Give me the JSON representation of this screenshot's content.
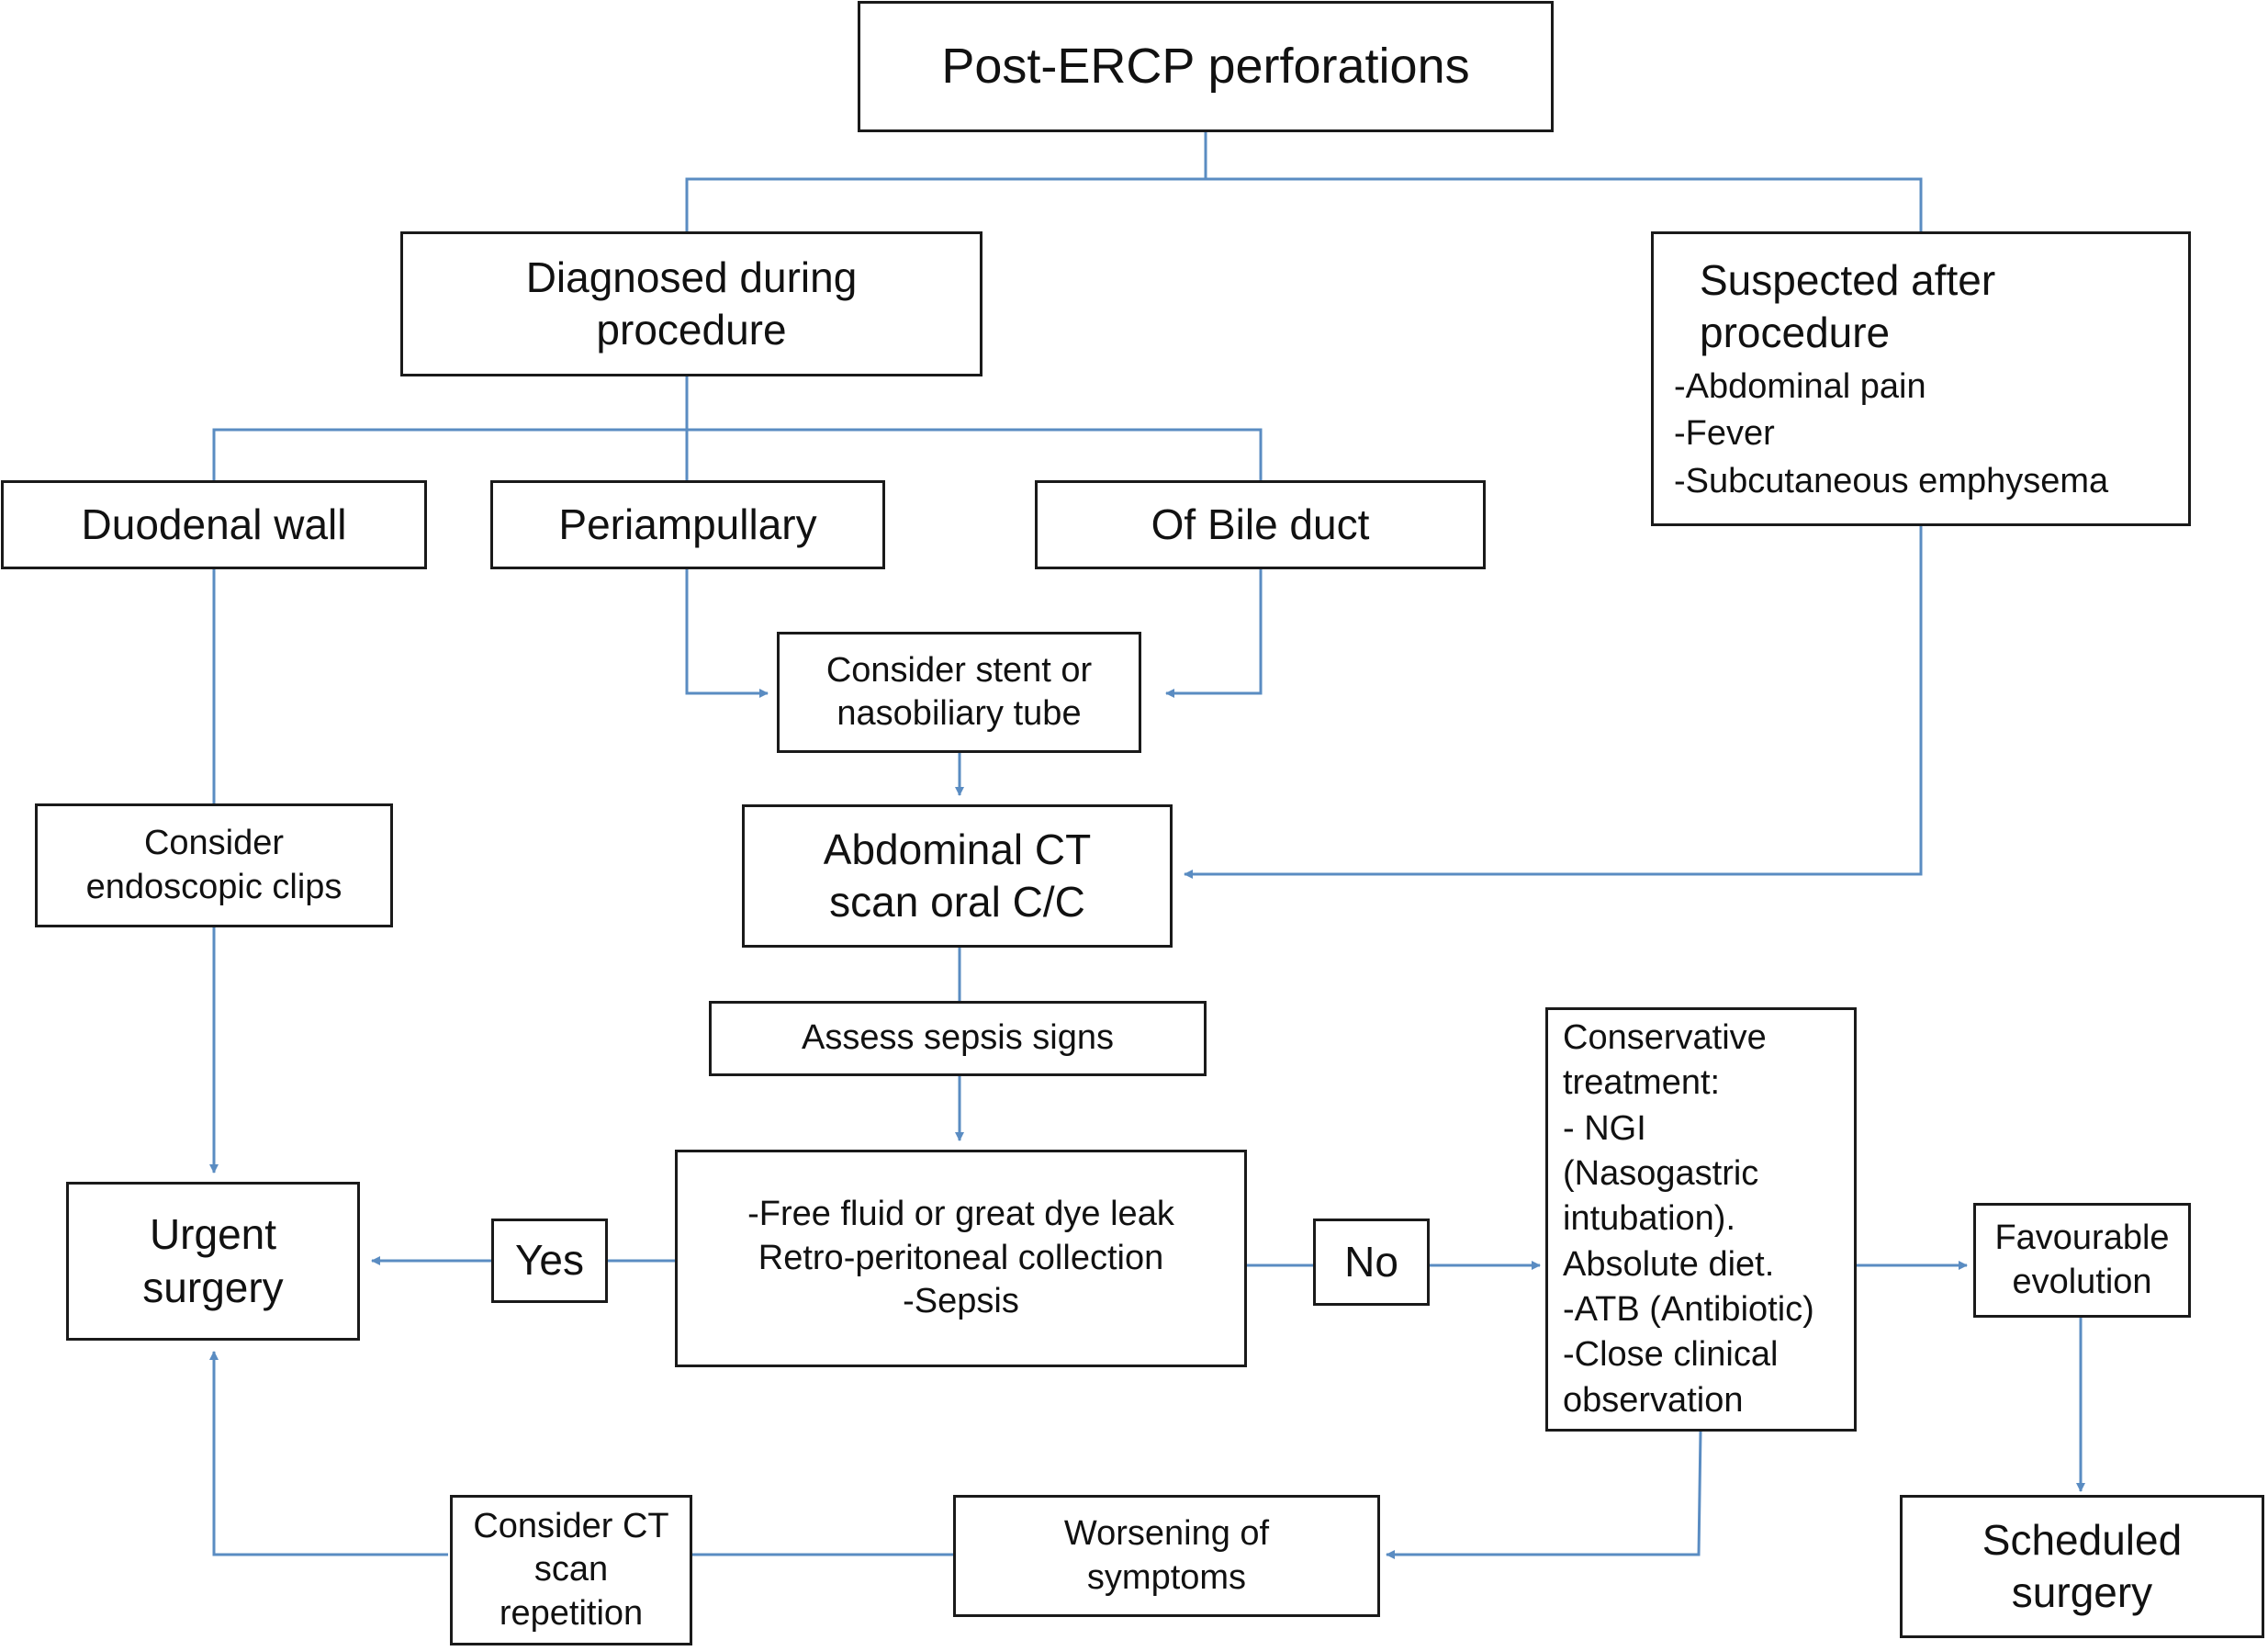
{
  "title": [
    "Post-ERCP perforations"
  ],
  "diagnosed": [
    "Diagnosed during",
    "procedure"
  ],
  "suspected": {
    "heading": [
      "Suspected after",
      "procedure"
    ],
    "symptoms": [
      "-Abdominal pain",
      "-Fever",
      "-Subcutaneous emphysema"
    ]
  },
  "duodenal": [
    "Duodenal wall"
  ],
  "periampullary": [
    "Periampullary"
  ],
  "bile_duct": [
    "Of Bile duct"
  ],
  "stent": [
    "Consider stent or",
    "nasobiliary tube"
  ],
  "clips": [
    "Consider",
    "endoscopic clips"
  ],
  "ct_scan": [
    "Abdominal CT",
    "scan oral C/C"
  ],
  "sepsis_assess": [
    "Assess sepsis signs"
  ],
  "criteria": [
    "-Free fluid or great dye leak",
    "Retro-peritoneal collection",
    "-Sepsis"
  ],
  "yes": [
    "Yes"
  ],
  "no": [
    "No"
  ],
  "urgent": [
    "Urgent",
    "surgery"
  ],
  "conservative": [
    "Conservative",
    "treatment:",
    "- NGI",
    "(Nasogastric",
    "intubation).",
    "Absolute diet.",
    "-ATB (Antibiotic)",
    "-Close clinical",
    "observation"
  ],
  "favourable": [
    "Favourable",
    "evolution"
  ],
  "scheduled": [
    "Scheduled",
    "surgery"
  ],
  "worsening": [
    "Worsening of",
    "symptoms"
  ],
  "repeat_ct": [
    "Consider CT",
    "scan",
    "repetition"
  ],
  "colors": {
    "connector": "#5a8cc2",
    "box_border": "#1a1a1a"
  }
}
